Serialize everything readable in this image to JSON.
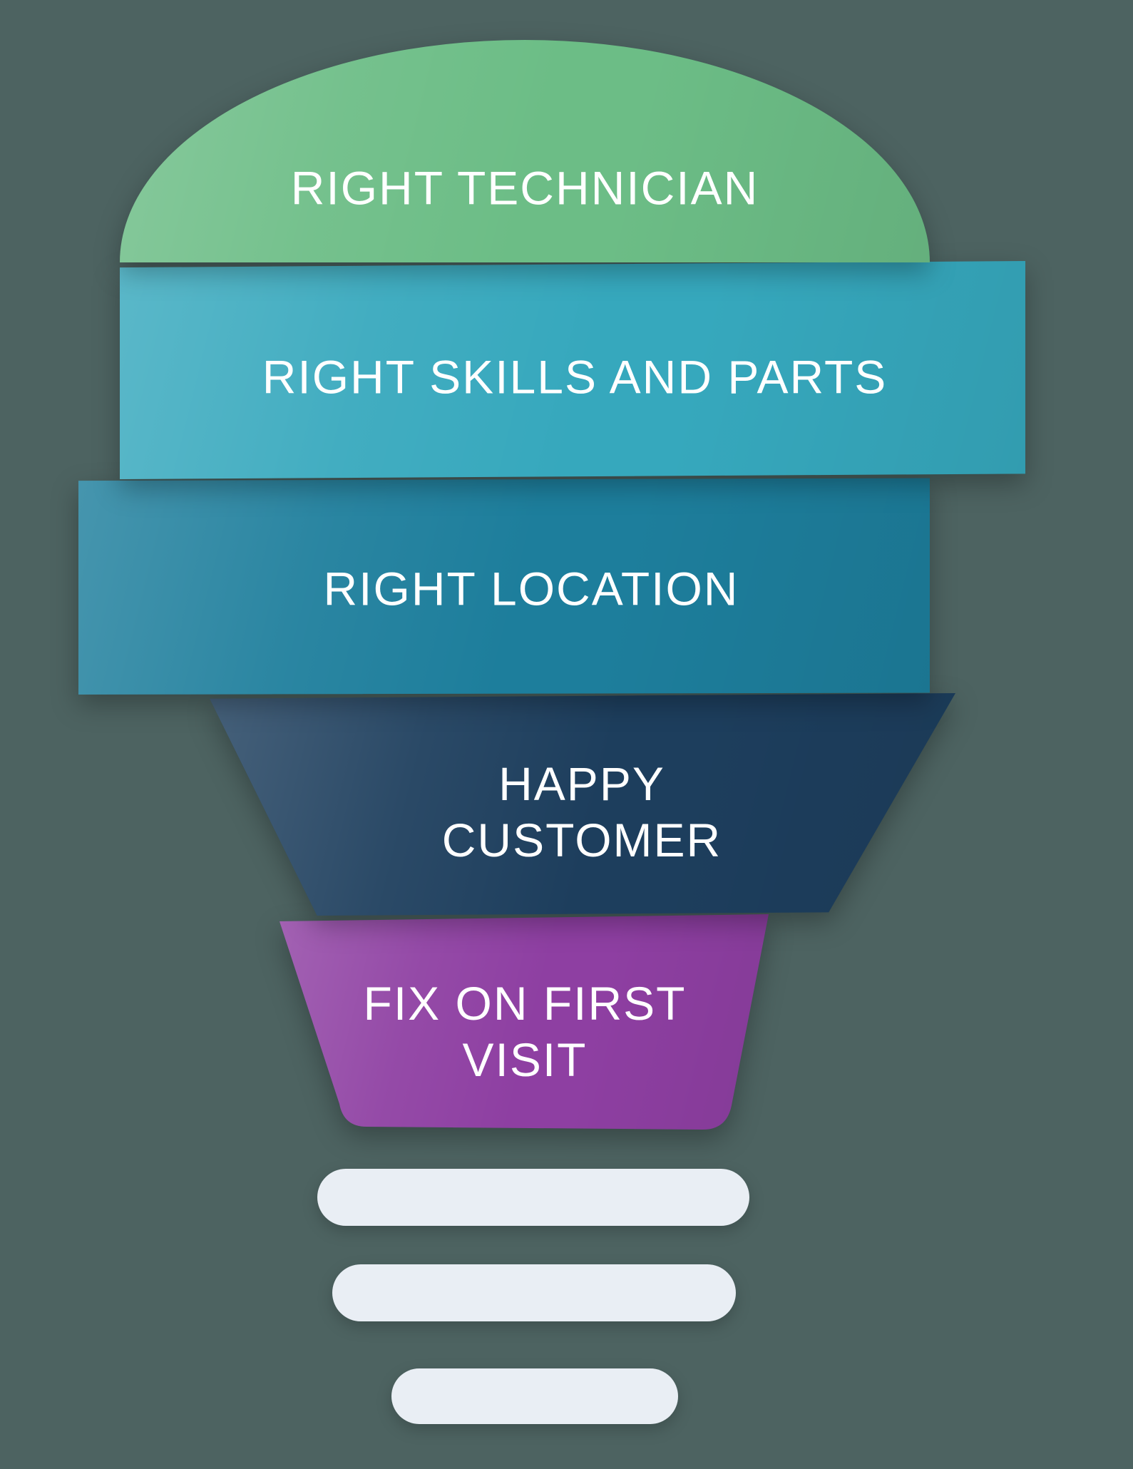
{
  "diagram": {
    "type": "lightbulb-funnel-infographic",
    "background_color": "#4d6361",
    "text_color": "#ffffff",
    "layers": [
      {
        "id": "right-technician",
        "label": "RIGHT TECHNICIAN",
        "color": "#6cbd86"
      },
      {
        "id": "right-skills-and-parts",
        "label": "RIGHT SKILLS AND PARTS",
        "color": "#36a8bd"
      },
      {
        "id": "right-location",
        "label": "RIGHT LOCATION",
        "color": "#1d7e9c"
      },
      {
        "id": "happy-customer",
        "label": "HAPPY CUSTOMER",
        "color": "#1d3e5d"
      },
      {
        "id": "fix-on-first-visit",
        "label": "FIX ON FIRST VISIT",
        "color": "#8e3fa2"
      }
    ],
    "base": {
      "bar_count": 3,
      "color": "#e9eef4"
    }
  }
}
